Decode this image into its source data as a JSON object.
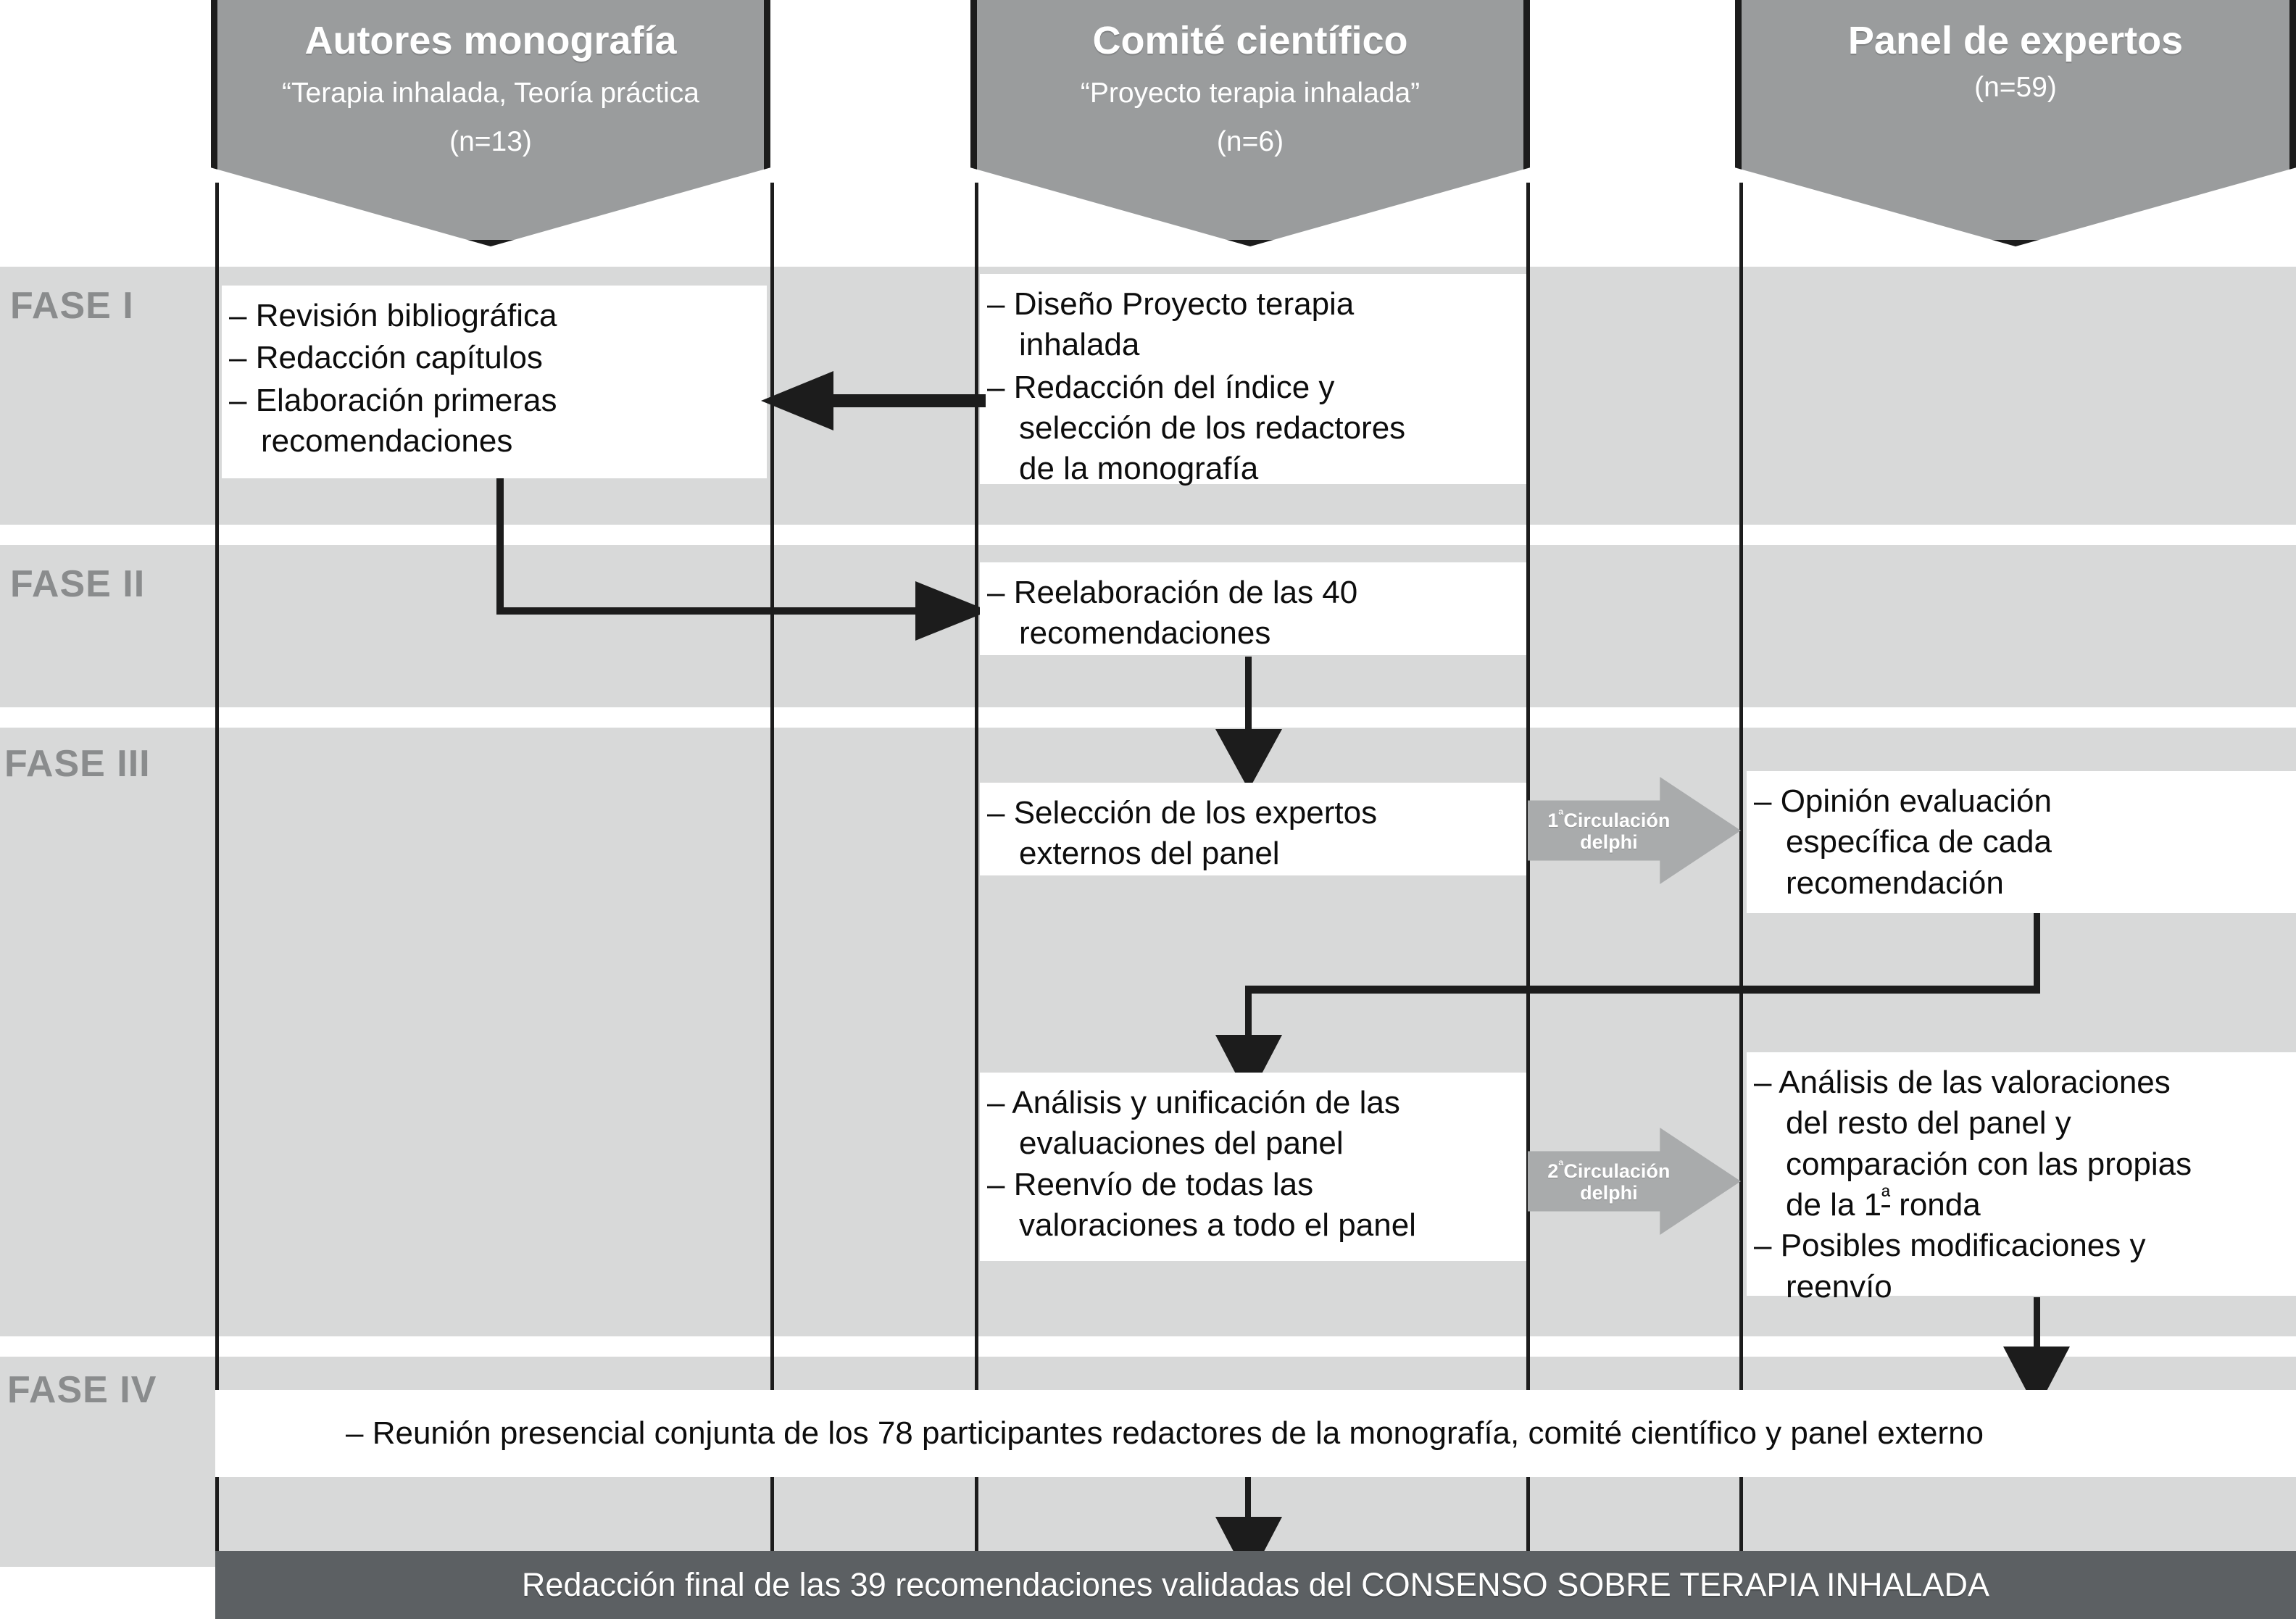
{
  "columns": [
    {
      "key": "autores",
      "title": "Autores monografía",
      "subtitle": "“Terapia inhalada, Teoría práctica",
      "n": "(n=13)"
    },
    {
      "key": "comite",
      "title": "Comité científico",
      "subtitle": "“Proyecto terapia inhalada”",
      "n": "(n=6)"
    },
    {
      "key": "panel",
      "title": "Panel de expertos",
      "subtitle": "",
      "n": "(n=59)"
    }
  ],
  "phases": [
    {
      "key": "fase1",
      "label": "FASE I"
    },
    {
      "key": "fase2",
      "label": "FASE II"
    },
    {
      "key": "fase3",
      "label": "FASE III"
    },
    {
      "key": "fase4",
      "label": "FASE IV"
    }
  ],
  "boxes": {
    "autores_fase1": {
      "items": [
        "– Revisión bibliográfica",
        "– Redacción capítulos",
        "– Elaboración primeras\n   recomendaciones"
      ],
      "line1": "– Revisión bibliográfica",
      "line2": "– Redacción capítulos",
      "line3": "– Elaboración primeras",
      "line4": "recomendaciones"
    },
    "comite_fase1": {
      "line1": "– Diseño Proyecto terapia",
      "line2": "inhalada",
      "line3": "– Redacción del índice y",
      "line4": "selección de los redactores",
      "line5": "de la monografía"
    },
    "comite_fase2": {
      "line1": "– Reelaboración de las 40",
      "line2": "recomendaciones"
    },
    "comite_fase3a": {
      "line1": "– Selección de los expertos",
      "line2": "externos del panel"
    },
    "comite_fase3b": {
      "line1": "– Análisis y unificación de las",
      "line2": "evaluaciones del panel",
      "line3": "– Reenvío de todas las",
      "line4": "valoraciones a todo el panel"
    },
    "panel_fase3a": {
      "line1": "– Opinión  evaluación",
      "line2": "específica de cada",
      "line3": "recomendación"
    },
    "panel_fase3b": {
      "line1": "– Análisis de las valoraciones",
      "line2": "del resto del panel y",
      "line3": "comparación con las propias",
      "line4pre": "de la 1",
      "line4ord": "ª",
      "line4post": " ronda",
      "line5": "– Posibles modificaciones y",
      "line6": "reenvío"
    },
    "fase4_wide": {
      "text": "– Reunión presencial conjunta de los 78 participantes redactores de la monografía, comité científico y panel externo"
    },
    "final": {
      "text": "Redacción final de las 39 recomendaciones validadas del CONSENSO SOBRE TERAPIA INHALADA"
    }
  },
  "delphi": [
    {
      "key": "delphi1",
      "num": "1",
      "ord": "ª",
      "word": "Circulación",
      "word2": "delphi"
    },
    {
      "key": "delphi2",
      "num": "2",
      "ord": "ª",
      "word": "Circulación",
      "word2": "delphi"
    }
  ],
  "colors": {
    "header_fill": "#9a9c9d",
    "band_fill": "#d8d9d9",
    "line": "#1c1c1c",
    "delphi_fill": "#a9abac",
    "final_fill": "#5c6063",
    "phase_text": "#8a8c8d",
    "box_fill": "#ffffff"
  }
}
